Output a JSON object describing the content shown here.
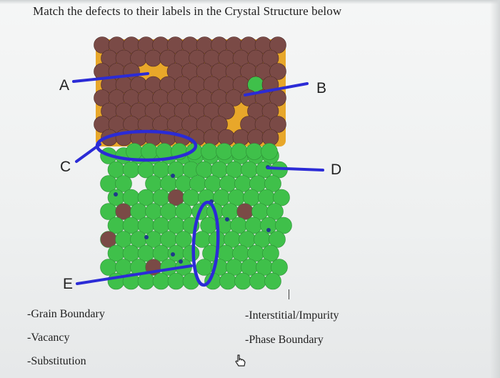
{
  "title": "Match the defects to their labels in the Crystal Structure below",
  "labels": {
    "a": "A",
    "b": "B",
    "c": "C",
    "d": "D",
    "e": "E"
  },
  "options": {
    "left": [
      "-Grain Boundary",
      "-Vacancy",
      "-Substitution"
    ],
    "right": [
      "-Interstitial/Impurity",
      "-Phase Boundary"
    ]
  },
  "colors": {
    "phase1_atom": "#7a4a46",
    "phase2_atom": "#3fc04a",
    "interstitial": "#1f3a8a",
    "marker": "#2b2bd6",
    "atom_gap": "#e8a72a"
  }
}
